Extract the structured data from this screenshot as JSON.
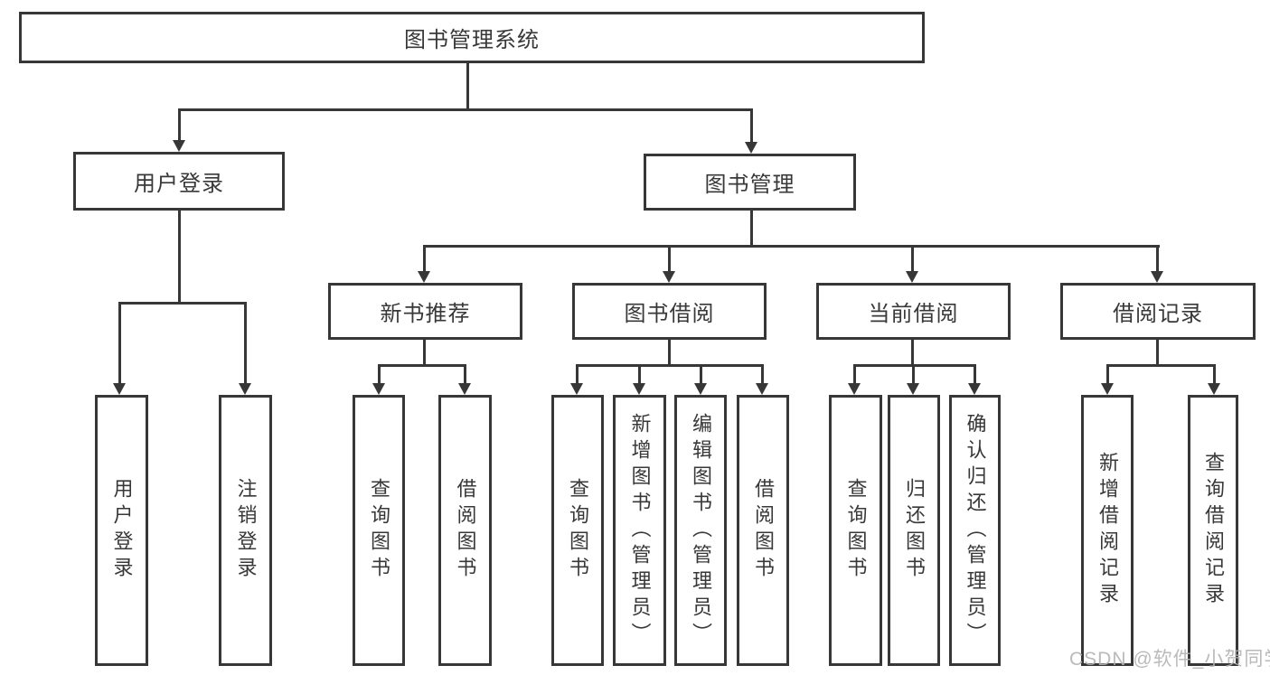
{
  "diagram": {
    "title_node": {
      "label": "图书管理系统"
    },
    "level2": [
      {
        "label": "用户登录"
      },
      {
        "label": "图书管理"
      }
    ],
    "level3": [
      {
        "label": "新书推荐"
      },
      {
        "label": "图书借阅"
      },
      {
        "label": "当前借阅"
      },
      {
        "label": "借阅记录"
      }
    ],
    "leaves": [
      {
        "label": "用户登录",
        "parent": "用户登录"
      },
      {
        "label": "注销登录",
        "parent": "用户登录"
      },
      {
        "label": "查询图书",
        "parent": "新书推荐"
      },
      {
        "label": "借阅图书",
        "parent": "新书推荐"
      },
      {
        "label": "查询图书",
        "parent": "图书借阅"
      },
      {
        "label": "新增图书（管理员）",
        "parent": "图书借阅"
      },
      {
        "label": "编辑图书（管理员）",
        "parent": "图书借阅"
      },
      {
        "label": "借阅图书",
        "parent": "图书借阅"
      },
      {
        "label": "查询图书",
        "parent": "当前借阅"
      },
      {
        "label": "归还图书",
        "parent": "当前借阅"
      },
      {
        "label": "确认归还（管理员）",
        "parent": "当前借阅"
      },
      {
        "label": "新增借阅记录",
        "parent": "借阅记录"
      },
      {
        "label": "查询借阅记录",
        "parent": "借阅记录"
      }
    ],
    "colors": {
      "line": "#373737",
      "text": "#383838",
      "background": "#ffffff",
      "watermark": "#b3b3b3"
    }
  },
  "watermark": {
    "text": "CSDN @软件_小贺同学"
  }
}
